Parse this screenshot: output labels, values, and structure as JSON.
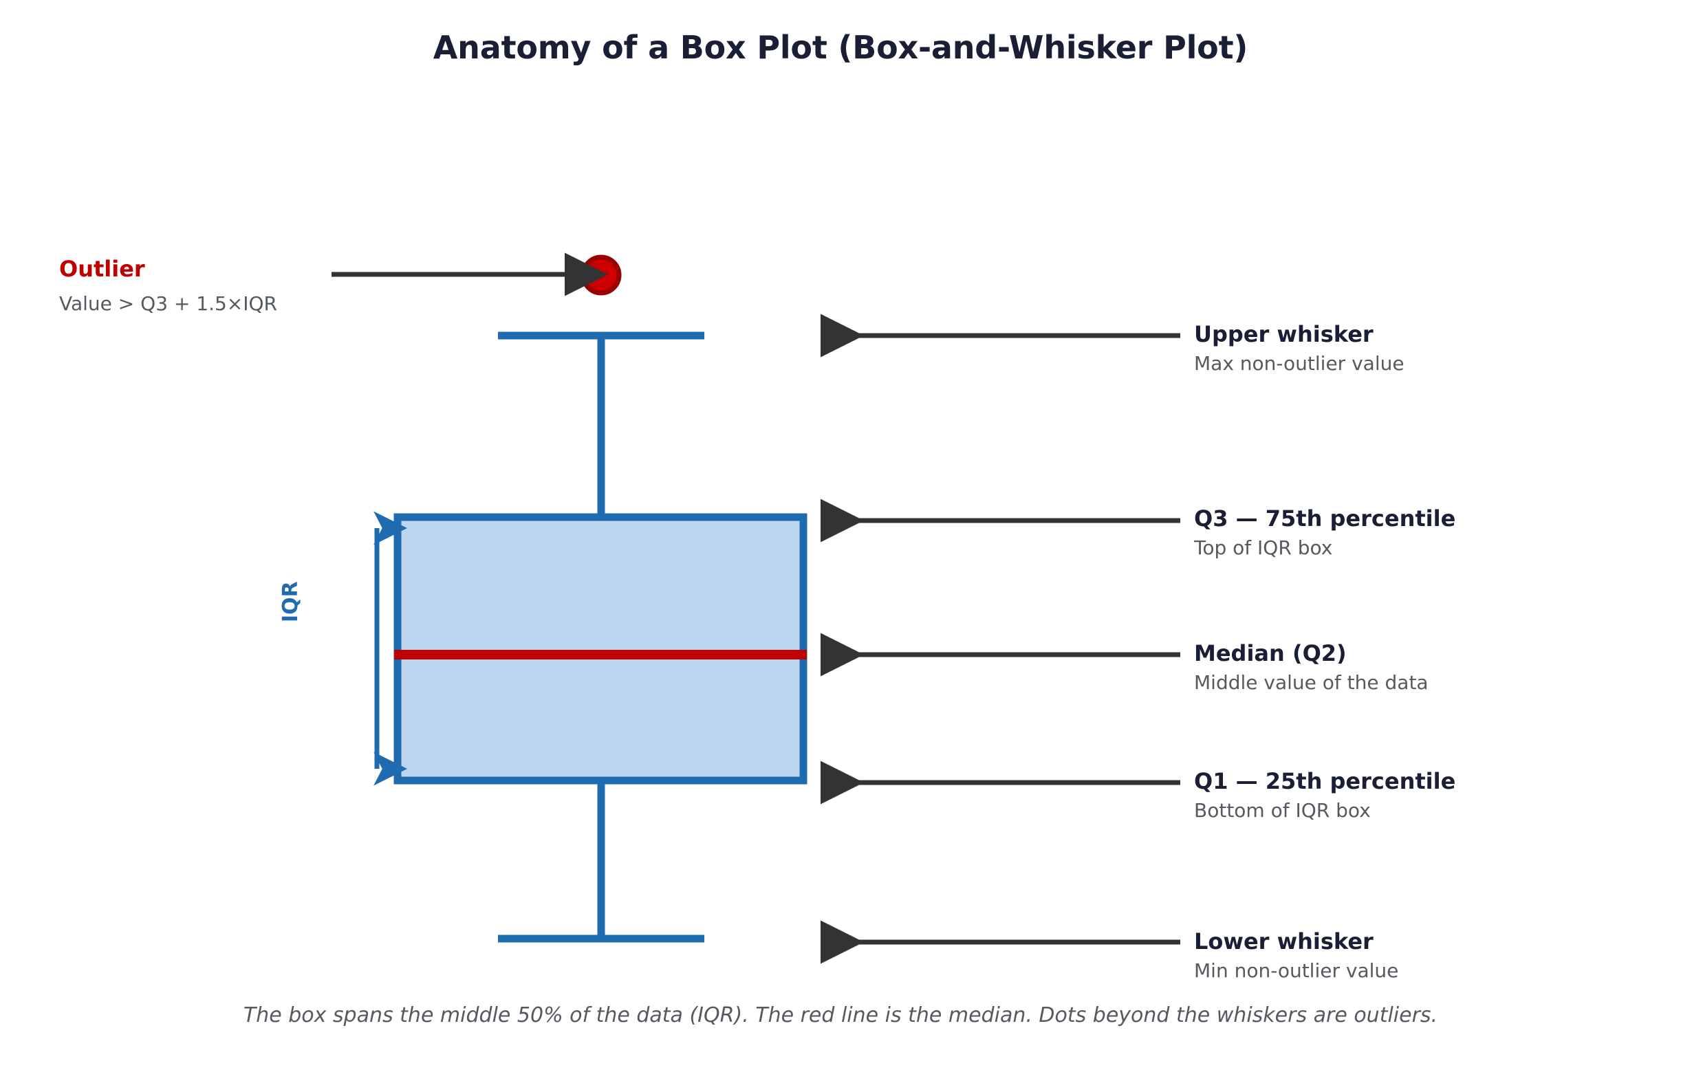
{
  "chart_data": {
    "type": "box",
    "title": "Anatomy of a Box Plot (Box-and-Whisker Plot)",
    "footnote": "The box spans the middle 50% of the data (IQR). The red line is the median. Dots beyond the whiskers are outliers.",
    "orientation": "vertical",
    "grid": false,
    "legend": "none",
    "box": {
      "q1_label": "Q1",
      "q2_label": "Median (Q2)",
      "q3_label": "Q3",
      "iqr_label": "IQR"
    },
    "outliers": [
      {
        "label": "Outlier",
        "marker": "filled-circle",
        "color": "#C00000"
      }
    ],
    "colors": {
      "box_fill": "#BBD6EE",
      "box_edge": "#1F6BB0",
      "median": "#C00000",
      "whisker": "#1F6BB0",
      "outlier_fill": "#CC0000",
      "outlier_edge": "#990000",
      "arrow": "#333333",
      "title_text": "#1A1F36",
      "sub_text": "#555A60",
      "outlier_text": "#C00000",
      "iqr_text": "#1F6BB0"
    }
  },
  "annotations": {
    "outlier": {
      "title": "Outlier",
      "sub": "Value > Q3 + 1.5×IQR"
    },
    "upper_whisker": {
      "title": "Upper whisker",
      "sub": "Max non-outlier value"
    },
    "q3": {
      "title": "Q3 — 75th percentile",
      "sub": "Top of IQR box"
    },
    "median": {
      "title": "Median (Q2)",
      "sub": "Middle value of the data"
    },
    "q1": {
      "title": "Q1 — 25th percentile",
      "sub": "Bottom of IQR box"
    },
    "lower_whisker": {
      "title": "Lower whisker",
      "sub": "Min non-outlier value"
    },
    "iqr": {
      "label": "IQR"
    }
  }
}
